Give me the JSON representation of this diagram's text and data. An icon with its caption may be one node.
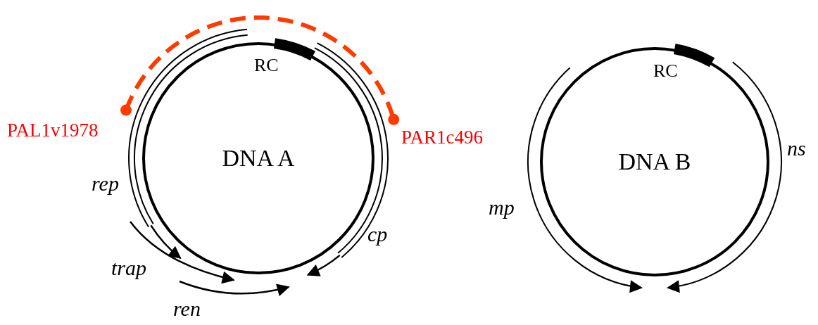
{
  "diagram": {
    "nodes": [
      {
        "text": [
          "DNA A"
        ]
      },
      {
        "text": [
          "DNA B"
        ]
      }
    ],
    "labels": [
      "RC",
      "RC",
      "PAL1v1978",
      "PAR1c496",
      "ns",
      "rep",
      "mp",
      "cp",
      "trap",
      "ren"
    ]
  }
}
